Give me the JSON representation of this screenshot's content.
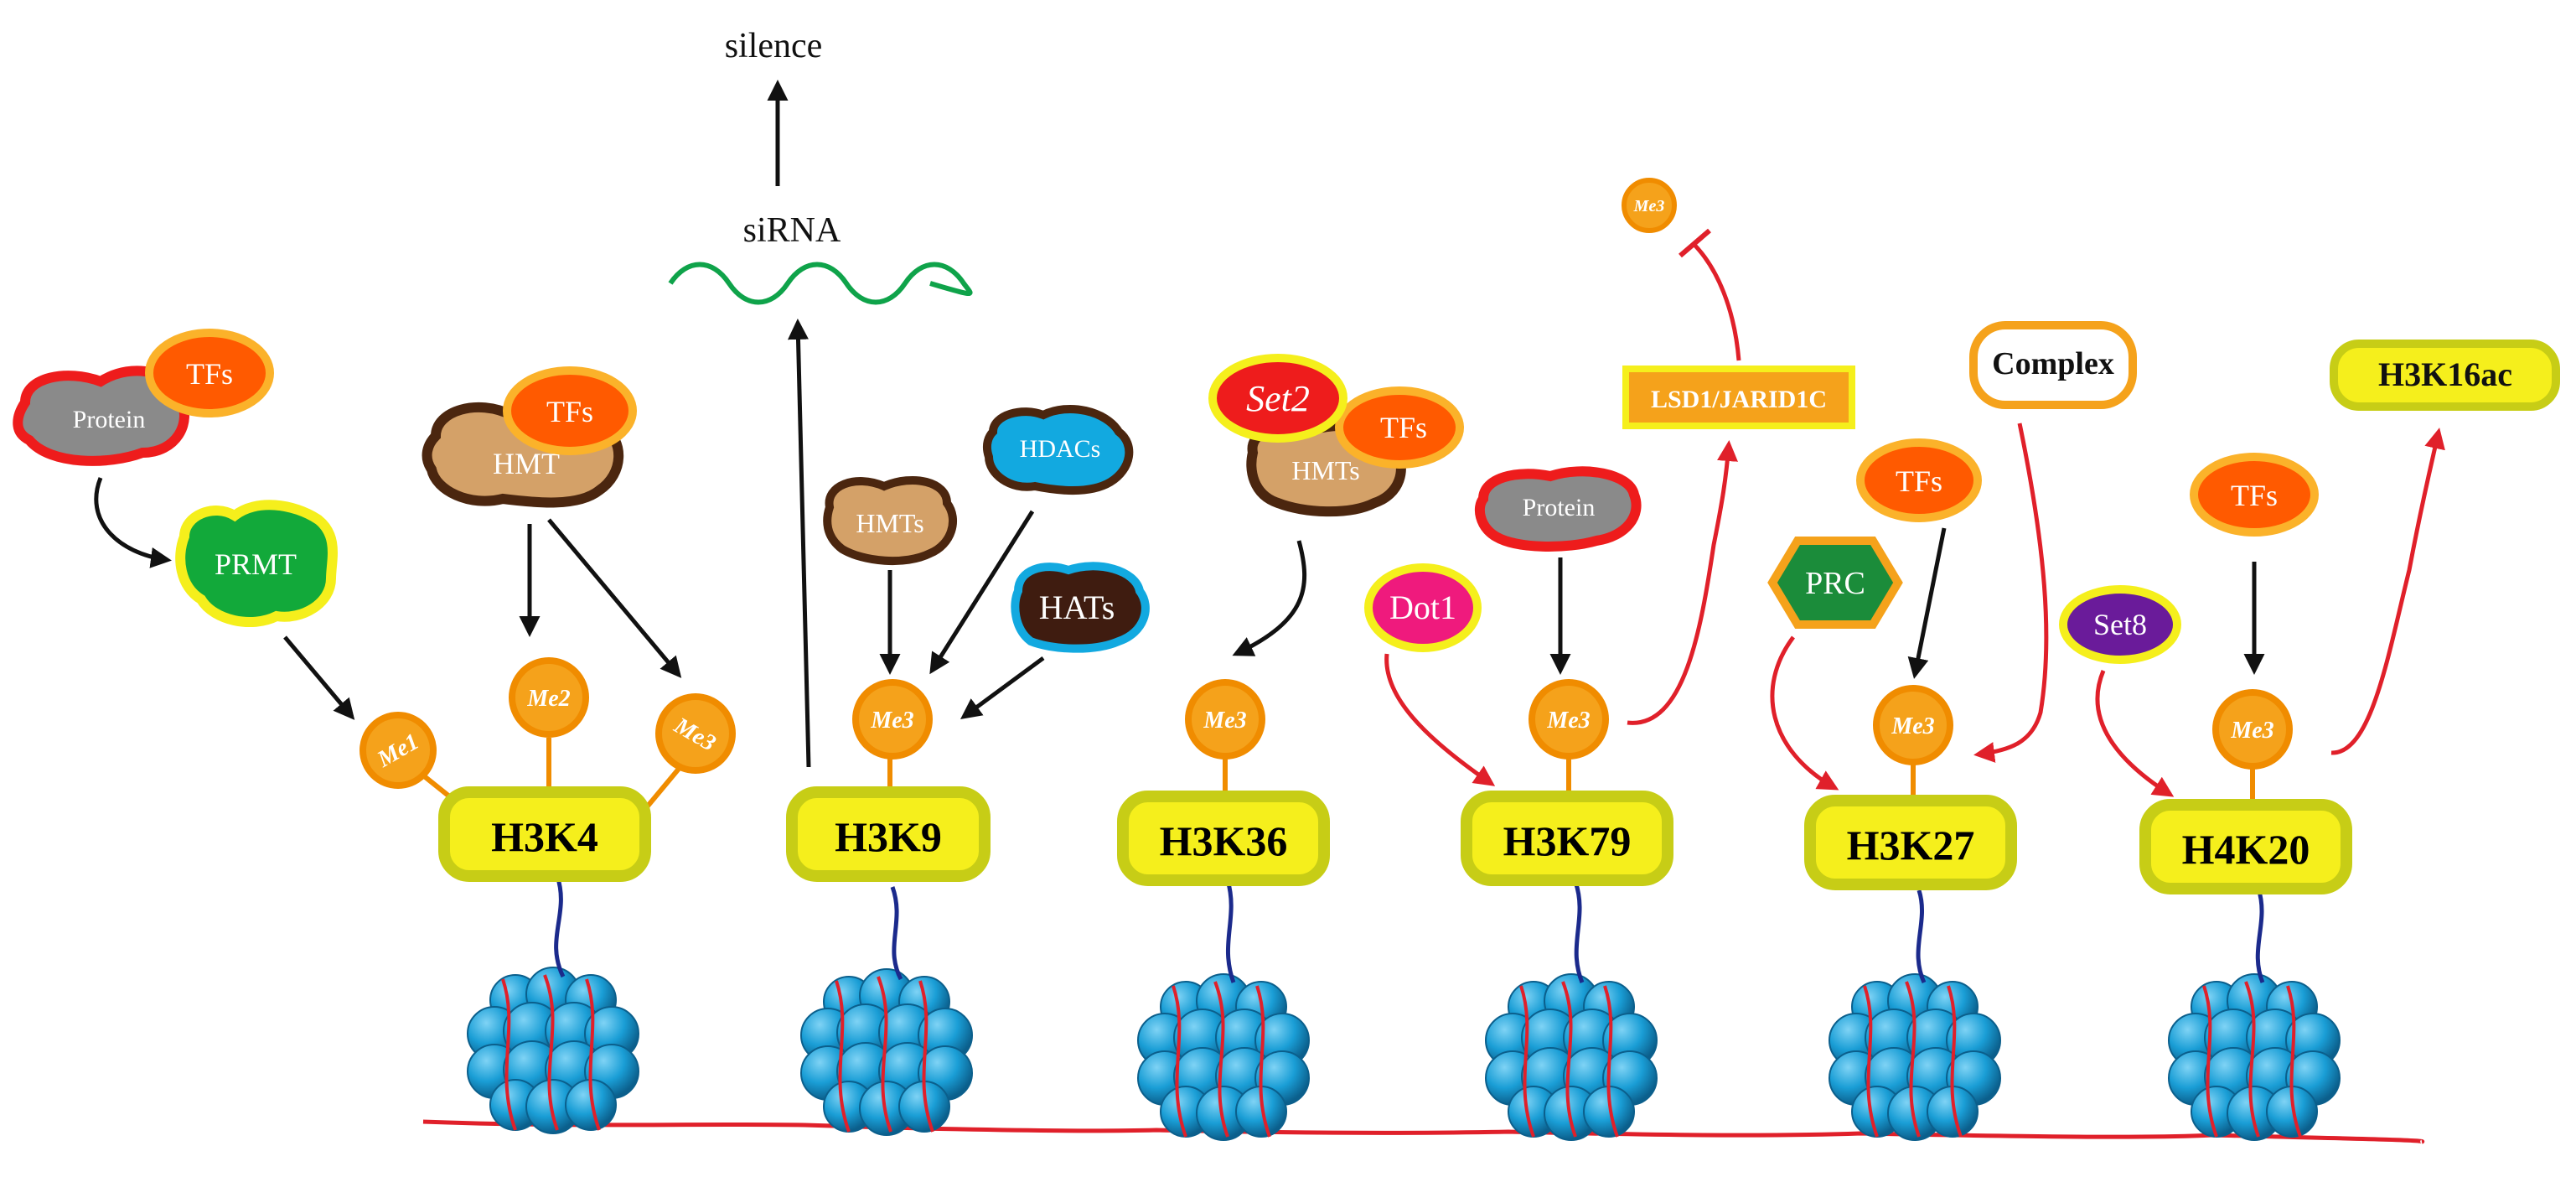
{
  "colors": {
    "histone_fill": "#f5ef1c",
    "histone_border": "#c7cd16",
    "me_fill": "#f5a21b",
    "me_border": "#f08c00",
    "tf_fill": "#ff5a00",
    "tf_border": "#fbb22a",
    "protein_fill": "#8a8a8a",
    "protein_border": "#ee1c1c",
    "brown_fill": "#d4a168",
    "brown_border": "#4b260f",
    "hdac_fill": "#12a9e0",
    "hats_fill": "#3f1c10",
    "hats_border": "#12a9e0",
    "prmt_fill": "#12a93a",
    "prmt_border": "#f5ef1c",
    "prc_fill": "#1b8c3a",
    "prc_border": "#f5a21b",
    "dot1_fill": "#ef1a7d",
    "dot1_border": "#f5ef1c",
    "set8_fill": "#6a1b9a",
    "set8_border": "#f5ef1c",
    "set2_fill": "#ee1c1c",
    "set2_border": "#f5ef1c",
    "lsd1_fill": "#f5a21b",
    "lsd1_border": "#f5ef1c",
    "complex_border": "#f5a21b",
    "nucleosome": "#1a9ed6",
    "dna": "#e0202a",
    "tail": "#1b2a8c",
    "arrow_black": "#111111",
    "arrow_red": "#e0202a",
    "sirna": "#0fa34a"
  },
  "top_labels": {
    "silence": "silence",
    "sirna": "siRNA"
  },
  "histones": [
    {
      "id": "h3k4",
      "label": "H3K4"
    },
    {
      "id": "h3k9",
      "label": "H3K9"
    },
    {
      "id": "h3k36",
      "label": "H3K36"
    },
    {
      "id": "h3k79",
      "label": "H3K79"
    },
    {
      "id": "h3k27",
      "label": "H3K27"
    },
    {
      "id": "h4k20",
      "label": "H4K20"
    }
  ],
  "methyl_marks": [
    {
      "id": "me1-h3k4",
      "label": "Me1"
    },
    {
      "id": "me2-h3k4",
      "label": "Me2"
    },
    {
      "id": "me3-h3k4",
      "label": "Me3"
    },
    {
      "id": "me3-h3k9",
      "label": "Me3"
    },
    {
      "id": "me3-h3k36",
      "label": "Me3"
    },
    {
      "id": "me3-h3k79",
      "label": "Me3"
    },
    {
      "id": "me3-h3k27",
      "label": "Me3"
    },
    {
      "id": "me3-h4k20",
      "label": "Me3"
    },
    {
      "id": "me3-removed",
      "label": "Me3"
    }
  ],
  "regulators": {
    "tfs_1": "TFs",
    "protein_1": "Protein",
    "prmt": "PRMT",
    "tfs_2": "TFs",
    "hmt": "HMT",
    "hmts_1": "HMTs",
    "hdacs": "HDACs",
    "hats": "HATs",
    "set2": "Set2",
    "tfs_3": "TFs",
    "hmts_2": "HMTs",
    "protein_2": "Protein",
    "dot1": "Dot1",
    "lsd1": "LSD1/JARID1C",
    "complex": "Complex",
    "tfs_4": "TFs",
    "prc": "PRC",
    "tfs_5": "TFs",
    "set8": "Set8",
    "h3k16ac": "H3K16ac"
  }
}
